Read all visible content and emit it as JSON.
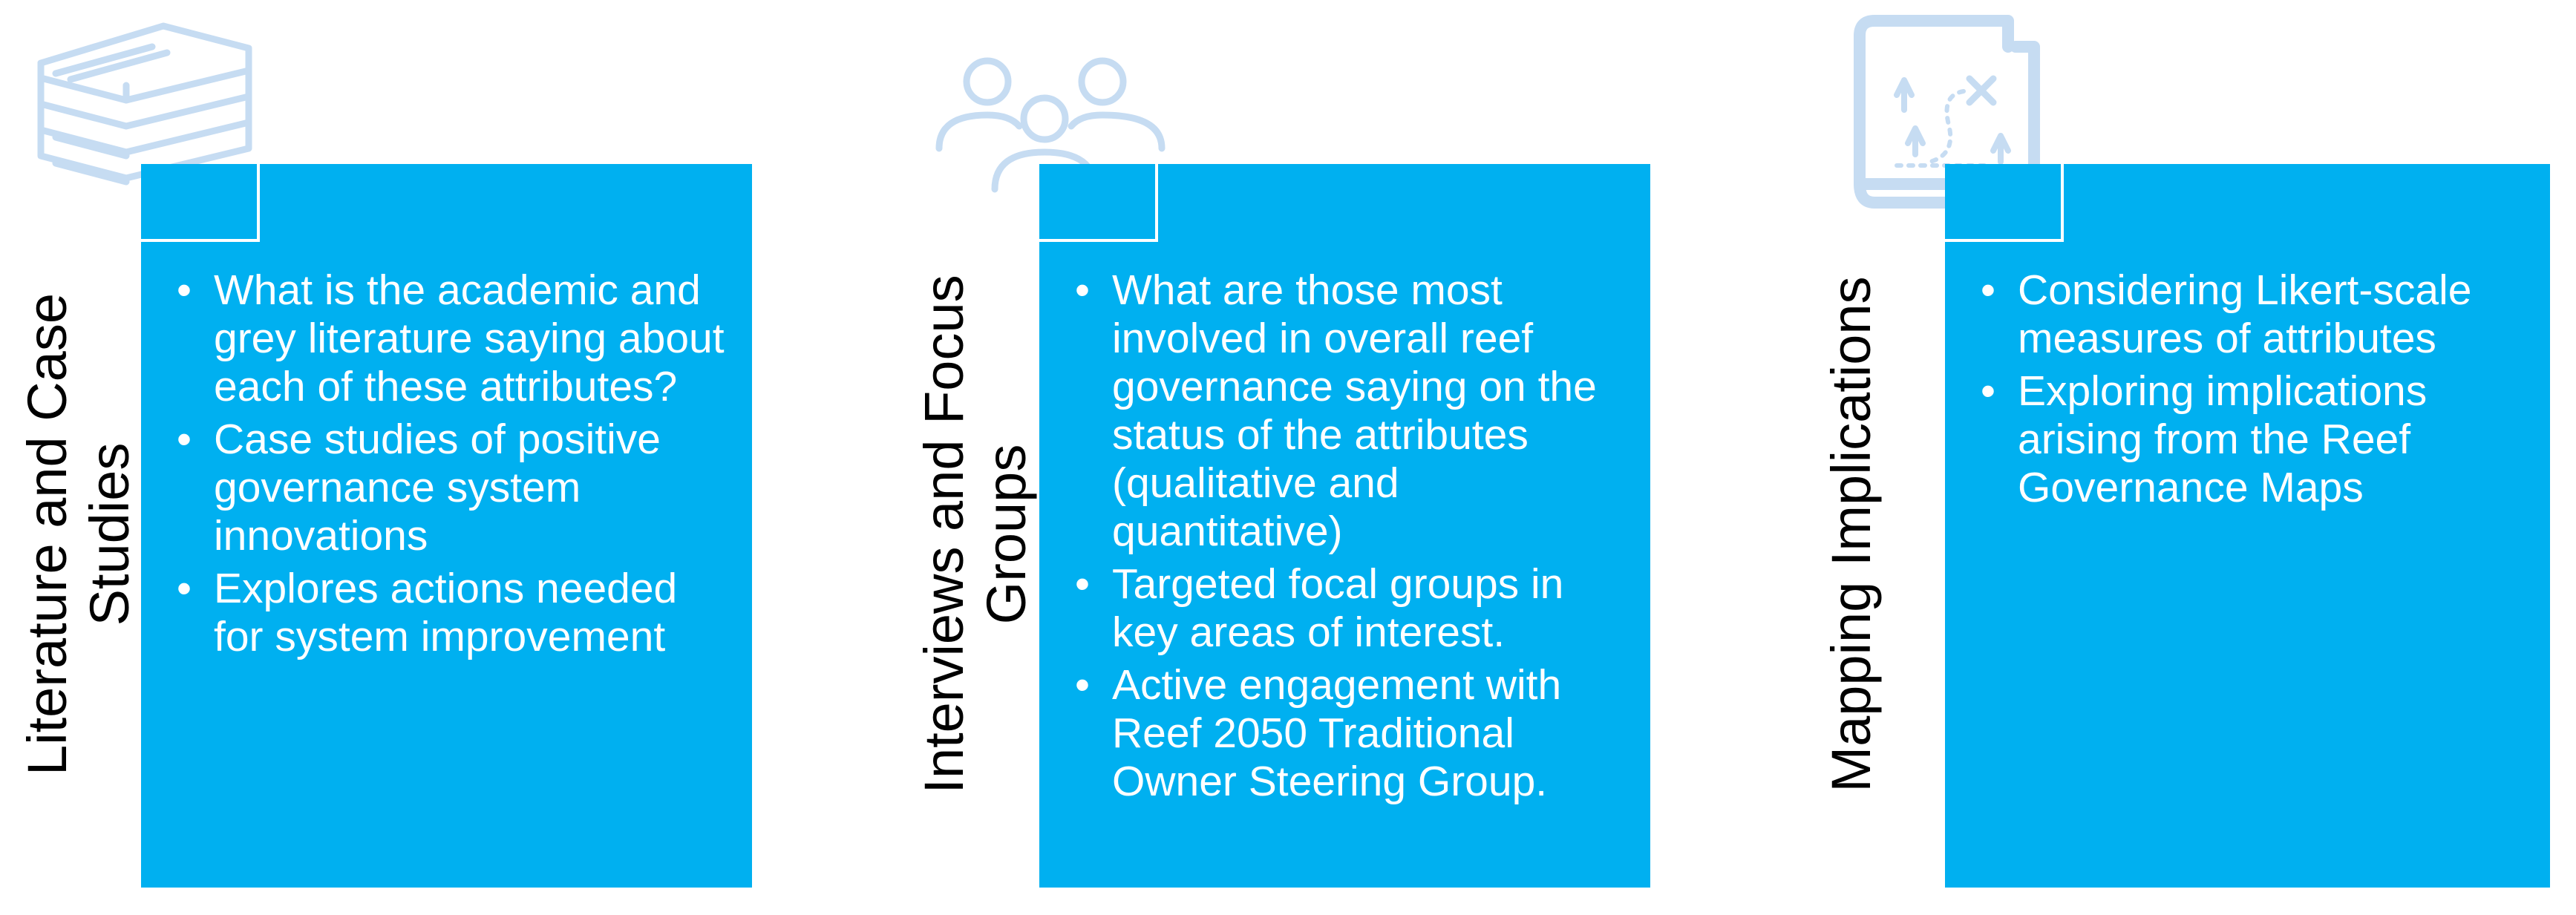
{
  "columns": [
    {
      "title": "Literature and Case Studies",
      "icon": "books-icon",
      "bullets": [
        "What is the academic and grey literature saying about each of these attributes?",
        "Case studies of positive governance system innovations",
        "Explores actions needed for system improvement"
      ]
    },
    {
      "title": "Interviews and Focus Groups",
      "icon": "people-group-icon",
      "bullets": [
        "What are those most involved in overall reef governance saying on the status of the attributes (qualitative and quantitative)",
        "Targeted focal groups in key areas of interest.",
        "Active engagement with Reef 2050 Traditional Owner Steering Group."
      ]
    },
    {
      "title": "Mapping Implications",
      "icon": "treasure-map-icon",
      "bullets": [
        "Considering Likert-scale measures of attributes",
        "Exploring implications arising from the Reef Governance Maps"
      ]
    }
  ],
  "colors": {
    "box": "#00b0f0",
    "icon": "#c6dcf2",
    "title": "#000000",
    "bullet_text": "#ffffff"
  }
}
